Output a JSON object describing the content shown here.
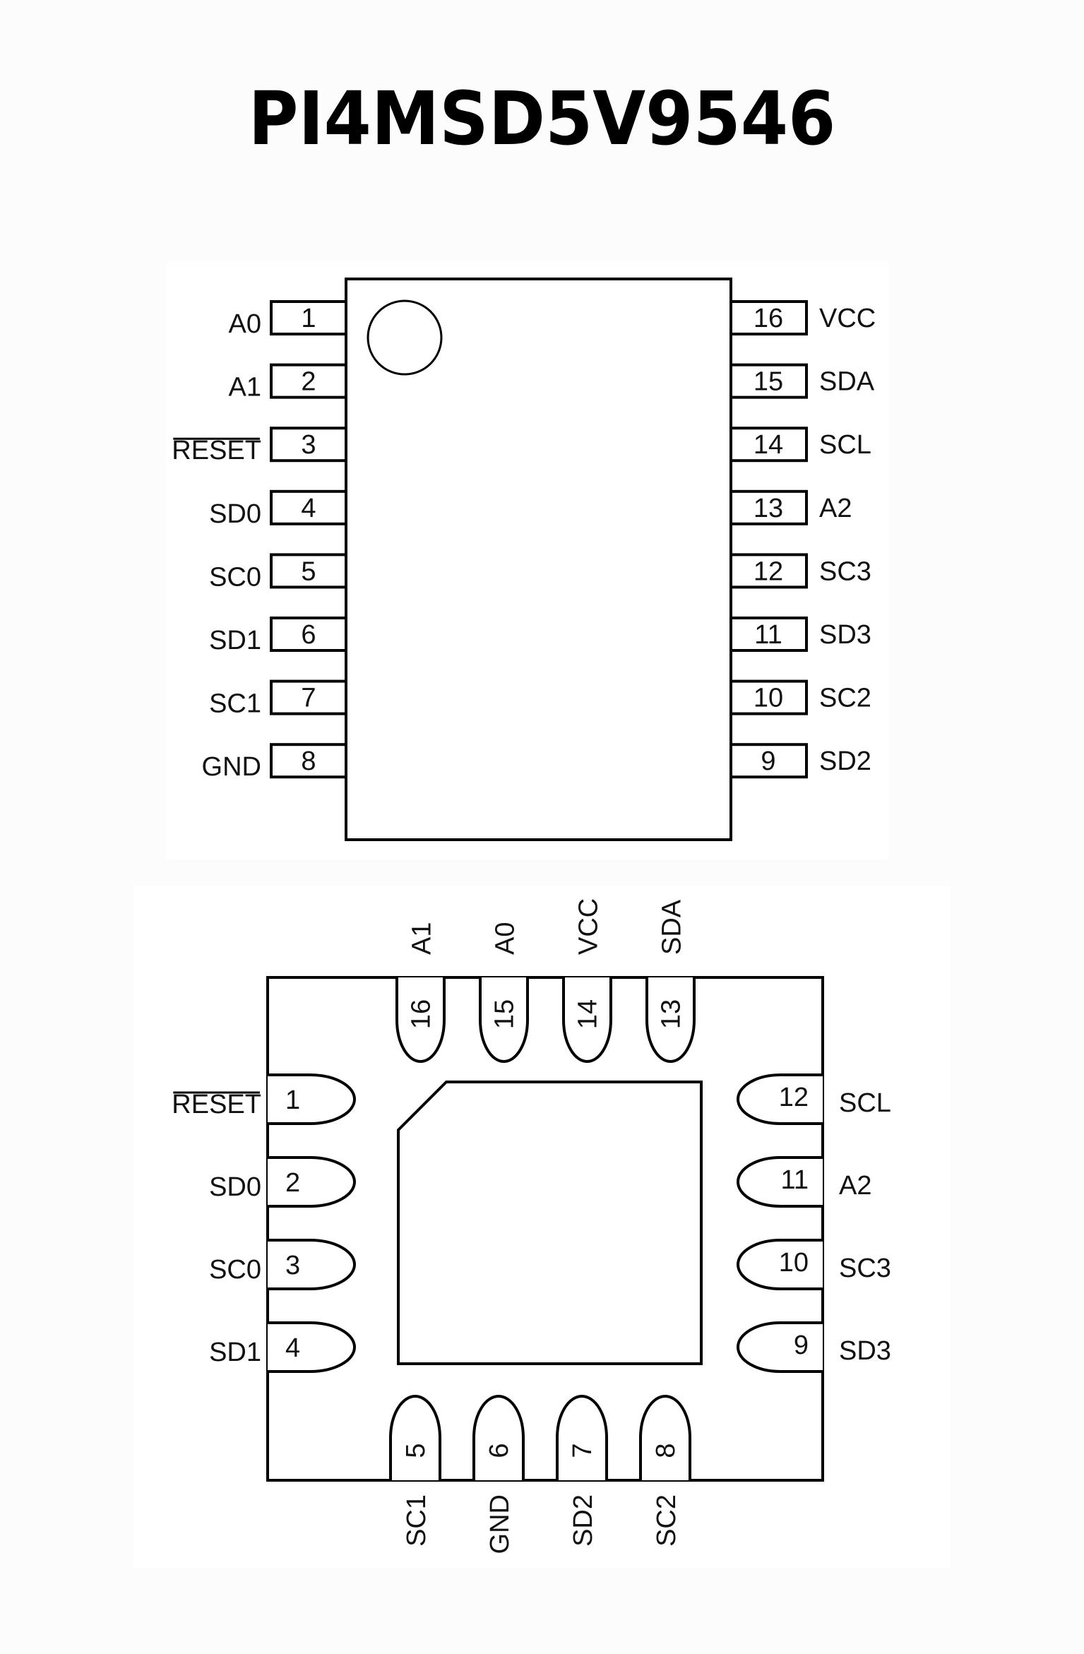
{
  "title": "PI4MSD5V9546",
  "colors": {
    "background": "#fcfcfc",
    "panel": "#ffffff",
    "stroke": "#000000",
    "text": "#111111"
  },
  "tssop": {
    "left_pins": [
      {
        "number": "1",
        "name": "A0",
        "overbar": false
      },
      {
        "number": "2",
        "name": "A1",
        "overbar": false
      },
      {
        "number": "3",
        "name": "RESET",
        "overbar": true
      },
      {
        "number": "4",
        "name": "SD0",
        "overbar": false
      },
      {
        "number": "5",
        "name": "SC0",
        "overbar": false
      },
      {
        "number": "6",
        "name": "SD1",
        "overbar": false
      },
      {
        "number": "7",
        "name": "SC1",
        "overbar": false
      },
      {
        "number": "8",
        "name": "GND",
        "overbar": false
      }
    ],
    "right_pins": [
      {
        "number": "16",
        "name": "VCC",
        "overbar": false
      },
      {
        "number": "15",
        "name": "SDA",
        "overbar": false
      },
      {
        "number": "14",
        "name": "SCL",
        "overbar": false
      },
      {
        "number": "13",
        "name": "A2",
        "overbar": false
      },
      {
        "number": "12",
        "name": "SC3",
        "overbar": false
      },
      {
        "number": "11",
        "name": "SD3",
        "overbar": false
      },
      {
        "number": "10",
        "name": "SC2",
        "overbar": false
      },
      {
        "number": "9",
        "name": "SD2",
        "overbar": false
      }
    ]
  },
  "qfn": {
    "left_pins": [
      {
        "number": "1",
        "name": "RESET",
        "overbar": true
      },
      {
        "number": "2",
        "name": "SD0",
        "overbar": false
      },
      {
        "number": "3",
        "name": "SC0",
        "overbar": false
      },
      {
        "number": "4",
        "name": "SD1",
        "overbar": false
      }
    ],
    "bottom_pins": [
      {
        "number": "5",
        "name": "SC1",
        "overbar": false
      },
      {
        "number": "6",
        "name": "GND",
        "overbar": false
      },
      {
        "number": "7",
        "name": "SD2",
        "overbar": false
      },
      {
        "number": "8",
        "name": "SC2",
        "overbar": false
      }
    ],
    "right_pins": [
      {
        "number": "12",
        "name": "SCL",
        "overbar": false
      },
      {
        "number": "11",
        "name": "A2",
        "overbar": false
      },
      {
        "number": "10",
        "name": "SC3",
        "overbar": false
      },
      {
        "number": "9",
        "name": "SD3",
        "overbar": false
      }
    ],
    "top_pins": [
      {
        "number": "16",
        "name": "A1",
        "overbar": false
      },
      {
        "number": "15",
        "name": "A0",
        "overbar": false
      },
      {
        "number": "14",
        "name": "VCC",
        "overbar": false
      },
      {
        "number": "13",
        "name": "SDA",
        "overbar": false
      }
    ]
  }
}
